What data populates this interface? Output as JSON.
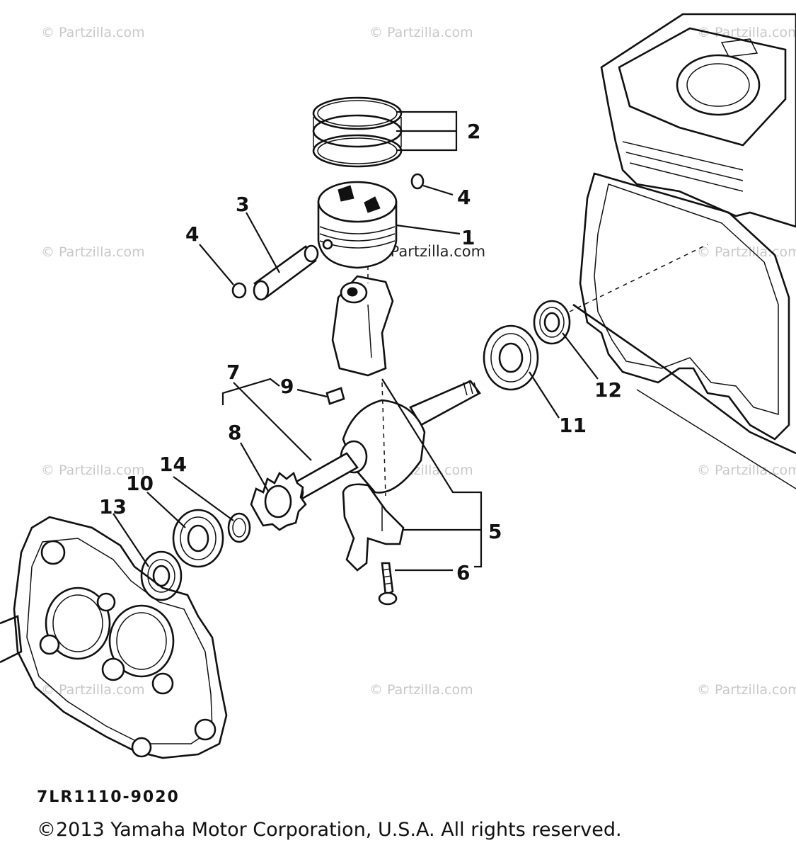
{
  "diagram": {
    "callouts": [
      {
        "id": "1",
        "label": "1"
      },
      {
        "id": "2",
        "label": "2"
      },
      {
        "id": "3",
        "label": "3"
      },
      {
        "id": "4a",
        "label": "4"
      },
      {
        "id": "4b",
        "label": "4"
      },
      {
        "id": "5",
        "label": "5"
      },
      {
        "id": "6",
        "label": "6"
      },
      {
        "id": "7",
        "label": "7"
      },
      {
        "id": "8",
        "label": "8"
      },
      {
        "id": "9",
        "label": "9"
      },
      {
        "id": "10",
        "label": "10"
      },
      {
        "id": "11",
        "label": "11"
      },
      {
        "id": "12",
        "label": "12"
      },
      {
        "id": "13",
        "label": "13"
      },
      {
        "id": "14",
        "label": "14"
      }
    ],
    "part_code": "7LR1110-9020",
    "copyright": "©2013 Yamaha Motor Corporation, U.S.A. All rights reserved.",
    "watermark_text": "© Partzilla.com",
    "colors": {
      "line": "#111111",
      "watermark": "#c8c8c8",
      "background": "#ffffff"
    }
  }
}
